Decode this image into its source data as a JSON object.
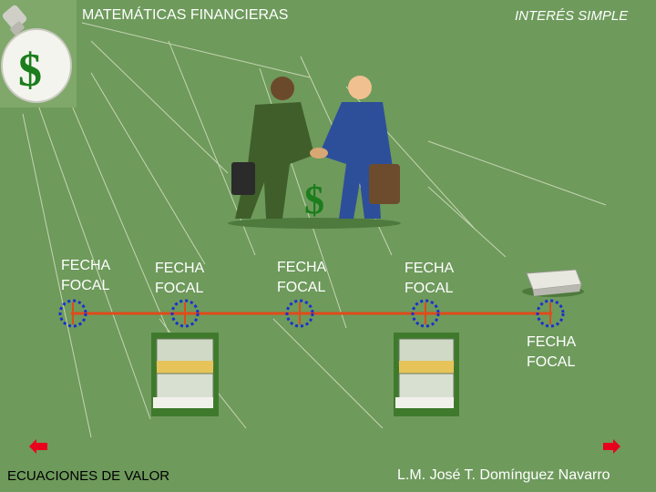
{
  "header": {
    "title": "MATEMÁTICAS FINANCIERAS",
    "topic": "INTERÉS SIMPLE"
  },
  "timeline": {
    "focal_labels": [
      [
        "FECHA",
        "FOCAL"
      ],
      [
        "FECHA",
        "FOCAL"
      ],
      [
        "FECHA",
        "FOCAL"
      ],
      [
        "FECHA",
        "FOCAL"
      ],
      [
        "FECHA",
        "FOCAL"
      ]
    ]
  },
  "footer": {
    "left_link": "ECUACIONES DE VALOR",
    "author": "L.M. José T. Domínguez Navarro"
  },
  "icons": {
    "logo": "lightbulb-dollar-icon",
    "illustration": "handshake-icon",
    "money": "money-stack-icon",
    "coin": "coin-stack-icon",
    "prev": "arrow-left-icon",
    "next": "arrow-right-icon"
  },
  "colors": {
    "background": "#6e9a5c",
    "timeline": "#e04a1a",
    "marker_ring": "#1a2fd0",
    "arrow": "#e8001c"
  }
}
